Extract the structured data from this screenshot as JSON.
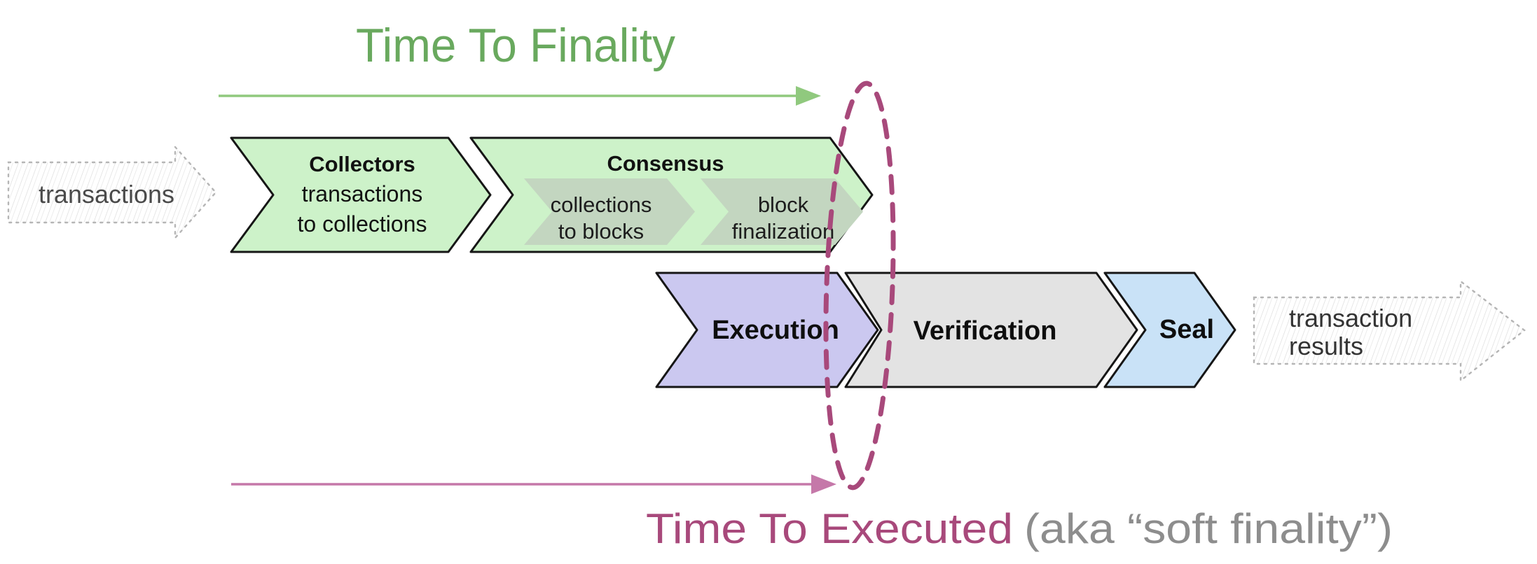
{
  "top_timeline": {
    "label": "Time To Finality"
  },
  "bottom_timeline": {
    "label_primary": "Time To Executed",
    "label_secondary": "(aka “soft finality”)"
  },
  "input_arrow": {
    "label": "transactions"
  },
  "output_arrow": {
    "line1": "transaction",
    "line2": "results"
  },
  "pipeline": {
    "collectors": {
      "title": "Collectors",
      "line1": "transactions",
      "line2": "to collections"
    },
    "consensus": {
      "title": "Consensus",
      "sub1": {
        "line1": "collections",
        "line2": "to blocks"
      },
      "sub2": {
        "line1": "block",
        "line2": "finalization"
      }
    },
    "execution": {
      "title": "Execution"
    },
    "verification": {
      "title": "Verification"
    },
    "seal": {
      "title": "Seal"
    }
  },
  "colors": {
    "finality_green": "#69a95e",
    "arrow_green": "#90c97e",
    "executed_plum": "#a8497b",
    "arrow_pink": "#c578a9",
    "caption_gray": "#8d8d8d",
    "stage_green": "#cdf2c9",
    "stage_green_sub": "#c3d6c0",
    "stage_purple": "#cbc8f0",
    "stage_gray": "#e3e3e3",
    "stage_blue": "#c9e2f7",
    "chevron_outline": "#161616",
    "sketch_border": "#b5b5b5",
    "sketch_text": "#4a4a4a",
    "dark_text": "#111111"
  }
}
